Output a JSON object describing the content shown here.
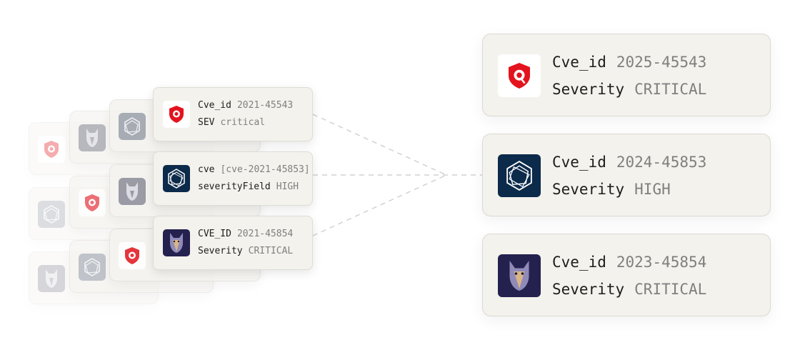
{
  "source_stack": {
    "cards": [
      {
        "icon": "qualys-logo-icon",
        "line1_key": "Cve_id",
        "line1_value": "2021-45543",
        "line2_key": "SEV",
        "line2_value": "critical"
      },
      {
        "icon": "wiz-hexagon-logo-icon",
        "line1_key": "cve",
        "line1_value": "[cve-2021-45853]",
        "line2_key": "severityField",
        "line2_value": "HIGH"
      },
      {
        "icon": "doberman-logo-icon",
        "line1_key": "CVE_ID",
        "line1_value": "2021-45854",
        "line2_key": "Severity",
        "line2_value": "CRITICAL"
      }
    ]
  },
  "normalized": {
    "cards": [
      {
        "icon": "qualys-logo-icon",
        "line1_key": "Cve_id",
        "line1_value": "2025-45543",
        "line2_key": "Severity",
        "line2_value": "CRITICAL"
      },
      {
        "icon": "wiz-hexagon-logo-icon",
        "line1_key": "Cve_id",
        "line1_value": "2024-45853",
        "line2_key": "Severity",
        "line2_value": "HIGH"
      },
      {
        "icon": "doberman-logo-icon",
        "line1_key": "Cve_id",
        "line1_value": "2023-45854",
        "line2_key": "Severity",
        "line2_value": "CRITICAL"
      }
    ]
  },
  "colors": {
    "card_bg": "#f3f2ec",
    "card_border": "#dedcd5",
    "key_text": "#1d1d1d",
    "value_text": "#7f7f7f",
    "qualys_red": "#e3141e",
    "wiz_navy": "#0c2a4a",
    "doberman_indigo": "#24214f",
    "connector": "#cfcfcf"
  }
}
